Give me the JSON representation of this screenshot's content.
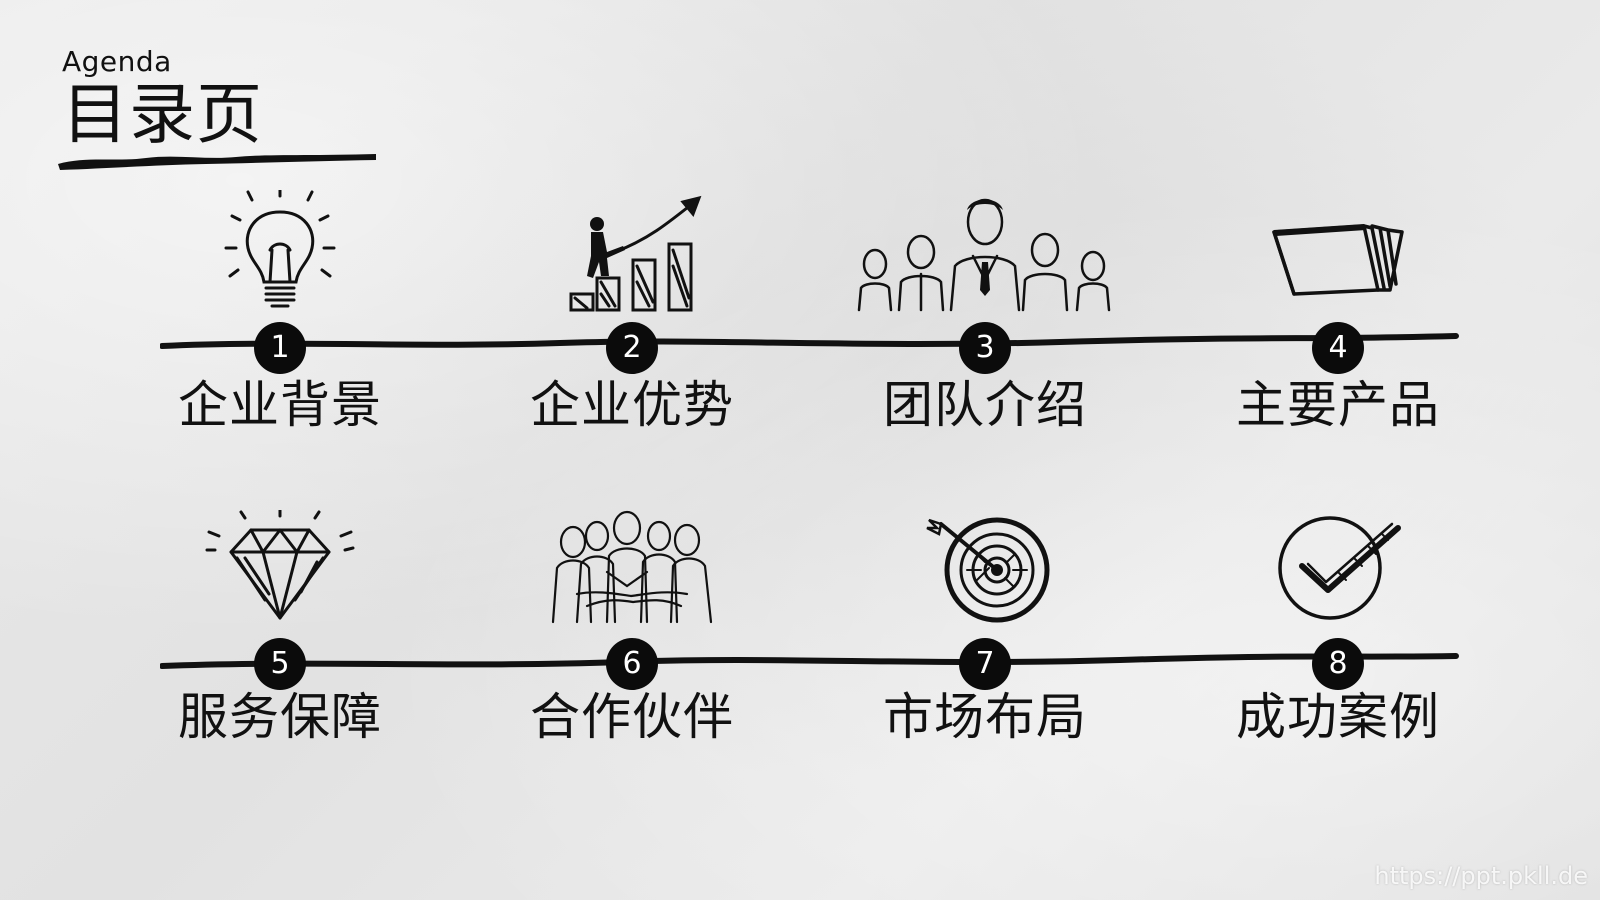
{
  "header": {
    "subtitle": "Agenda",
    "title": "目录页"
  },
  "items": [
    {
      "number": "1",
      "label": "企业背景",
      "icon": "lightbulb-icon"
    },
    {
      "number": "2",
      "label": "企业优势",
      "icon": "growth-chart-icon"
    },
    {
      "number": "3",
      "label": "团队介绍",
      "icon": "team-icon"
    },
    {
      "number": "4",
      "label": "主要产品",
      "icon": "book-icon"
    },
    {
      "number": "5",
      "label": "服务保障",
      "icon": "diamond-icon"
    },
    {
      "number": "6",
      "label": "合作伙伴",
      "icon": "teamwork-hands-icon"
    },
    {
      "number": "7",
      "label": "市场布局",
      "icon": "target-icon"
    },
    {
      "number": "8",
      "label": "成功案例",
      "icon": "checkmark-icon"
    }
  ],
  "footer": {
    "watermark": "https://ppt.pkll.de"
  },
  "colors": {
    "ink": "#111111",
    "badge": "#0b0b0b",
    "paper": "#e5e5e5"
  }
}
